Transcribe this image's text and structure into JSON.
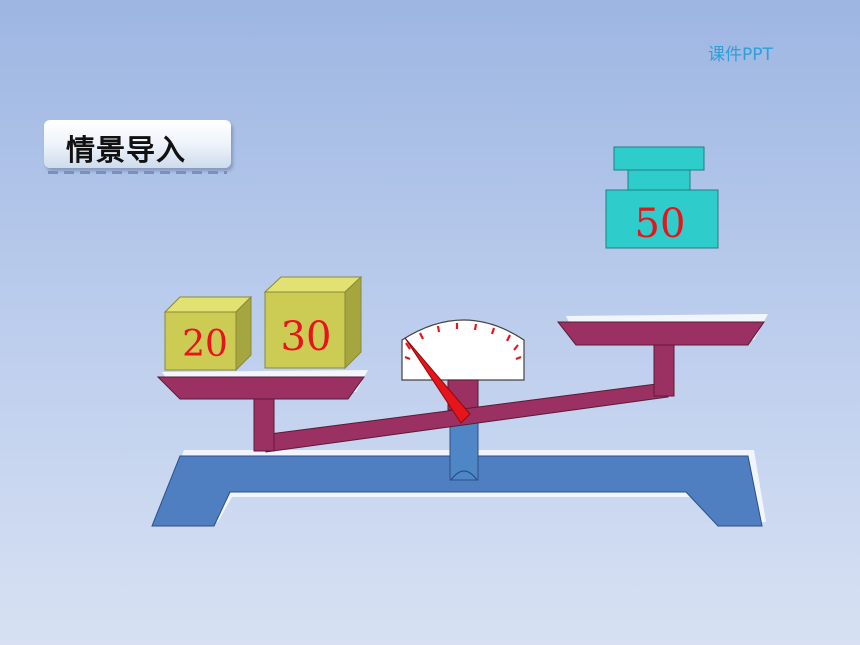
{
  "brand_text": "课件PPT",
  "section_title": "情景导入",
  "weights": {
    "block_a": "20",
    "block_b": "30",
    "weight_c": "50"
  },
  "colors": {
    "base": "#4f7fc0",
    "beam": "#9a3162",
    "blocks": "#cccc55",
    "weight": "#2fcccc",
    "number": "#e8141b"
  }
}
